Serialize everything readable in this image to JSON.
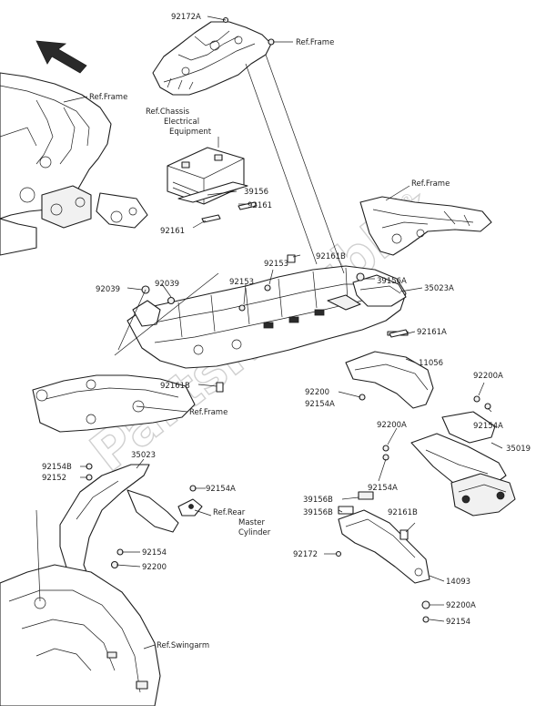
{
  "watermark": {
    "brand": "PartsRepublik",
    "trademark": "®"
  },
  "labels": {
    "p92172A": "92172A",
    "ref_frame_top": "Ref.Frame",
    "ref_frame_left": "Ref.Frame",
    "ref_chassis_1": "Ref.Chassis",
    "ref_chassis_2": "Electrical",
    "ref_chassis_3": "Equipment",
    "p39156": "39156",
    "p92161_a": "92161",
    "p92161_b": "92161",
    "ref_frame_right": "Ref.Frame",
    "p92161B_top": "92161B",
    "p92153_a": "92153",
    "p92153_b": "92153",
    "p39156A": "39156A",
    "p92039_a": "92039",
    "p92039_b": "92039",
    "p35023A": "35023A",
    "p92161A": "92161A",
    "p11056": "11056",
    "p92200": "92200",
    "p92200A_right": "92200A",
    "p92154A_center": "92154A",
    "p92161B_mid": "92161B",
    "ref_frame_bottom": "Ref.Frame",
    "p92154A_right": "92154A",
    "p92200A_mid": "92200A",
    "p35019": "35019",
    "p92154B": "92154B",
    "p35023": "35023",
    "p92152": "92152",
    "p92154A_mid": "92154A",
    "p92154A_rear": "92154A",
    "ref_rear_1": "Ref.Rear",
    "ref_rear_2": "Master",
    "ref_rear_3": "Cylinder",
    "p39156B_a": "39156B",
    "p39156B_b": "39156B",
    "p92161B_low": "92161B",
    "p92154": "92154",
    "p92200_low": "92200",
    "p92172": "92172",
    "p14093": "14093",
    "p92200A_low": "92200A",
    "p92154_low": "92154",
    "ref_swingarm": "Ref.Swingarm"
  }
}
